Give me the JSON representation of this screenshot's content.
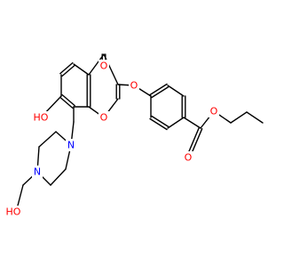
{
  "structure": {
    "colors": {
      "bond": "#000000",
      "oxygen": "#ff0000",
      "nitrogen": "#0000ff"
    },
    "atoms": [
      {
        "id": "carbonyl-o",
        "element": "oxygen",
        "label": "O"
      },
      {
        "id": "ring-o",
        "element": "oxygen",
        "label": "O"
      },
      {
        "id": "ether-o",
        "element": "oxygen",
        "label": "O"
      },
      {
        "id": "hydroxy-o-phenol",
        "element": "oxygen",
        "label": "HO"
      },
      {
        "id": "piperazine-n1",
        "element": "nitrogen",
        "label": "N"
      },
      {
        "id": "piperazine-n2",
        "element": "nitrogen",
        "label": "N"
      },
      {
        "id": "hydroxy-o-ethyl",
        "element": "oxygen",
        "label": "HO"
      },
      {
        "id": "ester-carbonyl-o",
        "element": "oxygen",
        "label": "O"
      },
      {
        "id": "ester-o",
        "element": "oxygen",
        "label": "O"
      }
    ]
  }
}
